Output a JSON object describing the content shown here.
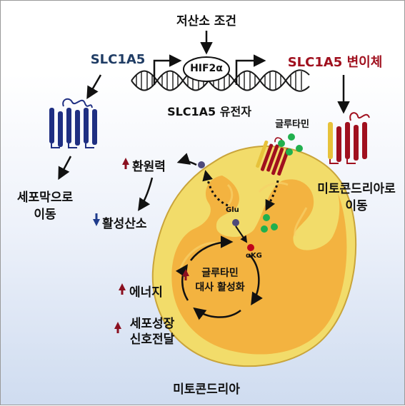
{
  "labels": {
    "hypoxia": "저산소 조건",
    "slc1a5": "SLC1A5",
    "hif2a": "HIF2α",
    "variant": "SLC1A5 변이체",
    "gene": "SLC1A5 유전자",
    "glutamine": "글루타민",
    "membrane_move_1": "세포막으로",
    "membrane_move_2": "이동",
    "mito_move_1": "미토콘드리아로",
    "mito_move_2": "이동",
    "reducing_power": "환원력",
    "ros": "활성산소",
    "glu": "Glu",
    "akg": "αKG",
    "metabolism_1": "글루타민",
    "metabolism_2": "대사 활성화",
    "energy": "에너지",
    "signaling_1": "세포성장",
    "signaling_2": "신호전달",
    "mitochondria": "미토콘드리아"
  },
  "colors": {
    "navy": "#1f2f82",
    "slc_title": "#1f3c64",
    "variant_red": "#a0101e",
    "up_arrow": "#8b1020",
    "down_arrow": "#1f3c8c",
    "mito_outer": "#f2dc6a",
    "mito_inner": "#f3ab38",
    "glutamine_green": "#21b04e",
    "metabolite_purple": "#4e4a7a",
    "akg_red": "#c0001a"
  },
  "icons": {
    "up": "up-arrow-icon",
    "down": "down-arrow-icon"
  }
}
